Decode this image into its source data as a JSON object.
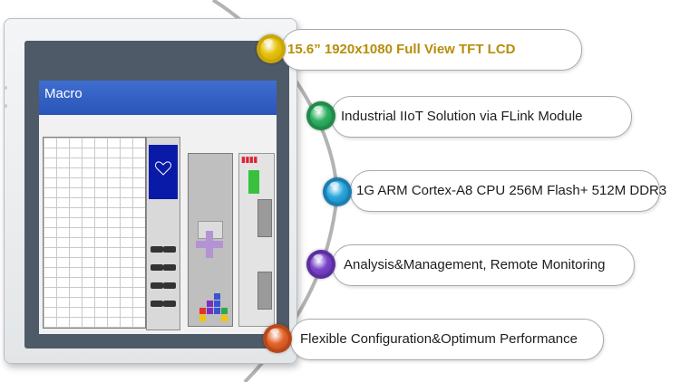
{
  "device": {
    "screen_title": "Macro"
  },
  "features": [
    {
      "label": "15.6” 1920x1080 Full View TFT LCD",
      "dot_color": "#e5c20a",
      "dot_ring": "#caa707",
      "highlight": true
    },
    {
      "label": "Industrial IIoT Solution via FLink Module",
      "dot_color": "#2fb063",
      "dot_ring": "#1f8a49",
      "highlight": false
    },
    {
      "label": "1G ARM Cortex-A8 CPU 256M Flash+ 512M DDR3",
      "dot_color": "#29a7dc",
      "dot_ring": "#1b7eb1",
      "highlight": false
    },
    {
      "label": "Analysis&Management, Remote Monitoring",
      "dot_color": "#7a44c9",
      "dot_ring": "#5a2ea0",
      "highlight": false
    },
    {
      "label": "Flexible Configuration&Optimum Performance",
      "dot_color": "#e4632a",
      "dot_ring": "#b8481a",
      "highlight": false
    }
  ],
  "colors": {
    "arc": "#b3b3b3",
    "callout_border": "#a9a9a9",
    "highlight_text": "#b68e0b"
  }
}
